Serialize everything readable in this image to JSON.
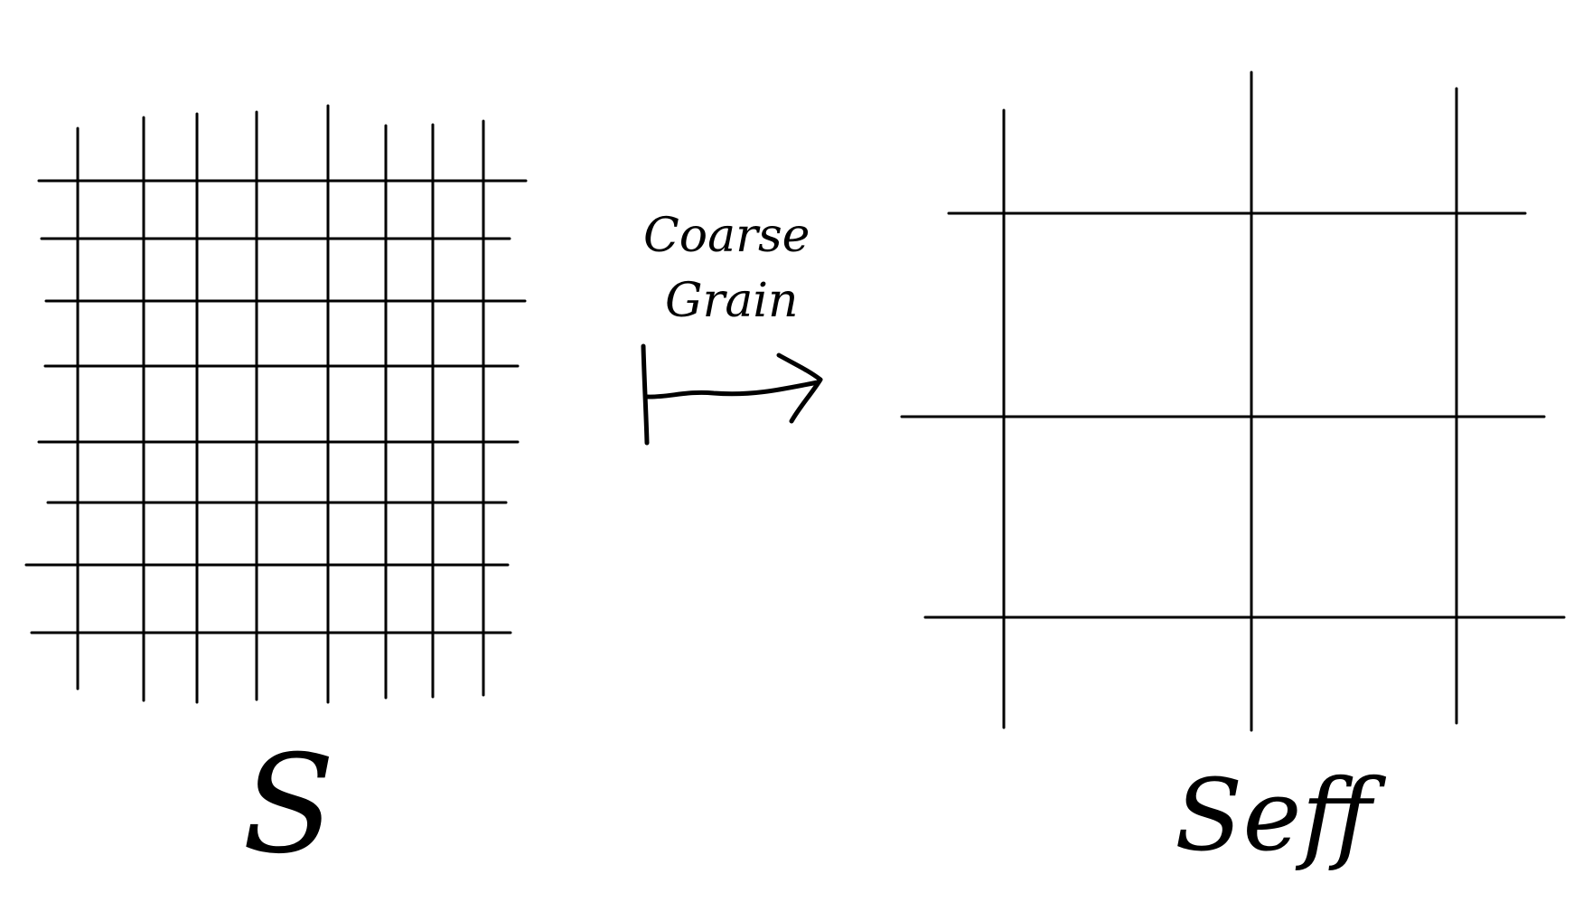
{
  "fine_lattice": {
    "label": "S"
  },
  "operation": {
    "line1": "Coarse",
    "line2": "Grain"
  },
  "coarse_lattice": {
    "label": "Seff"
  },
  "colors": {
    "ink": "#000000",
    "background": "#ffffff"
  }
}
